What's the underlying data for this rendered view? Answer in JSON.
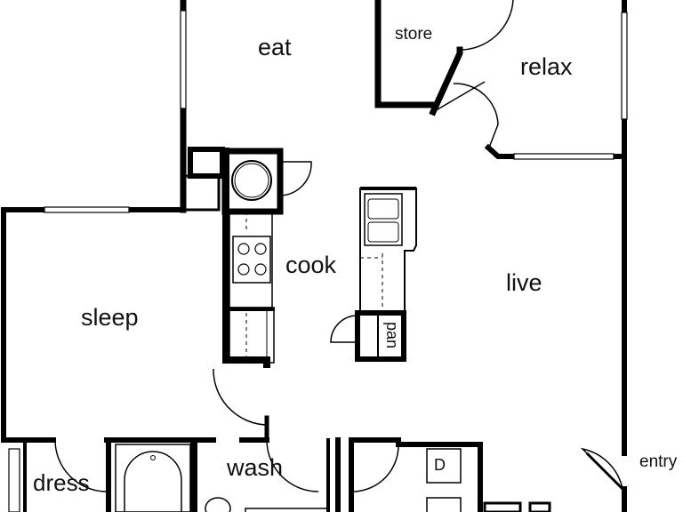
{
  "rooms": {
    "eat": "eat",
    "store": "store",
    "relax": "relax",
    "cook": "cook",
    "live": "live",
    "sleep": "sleep",
    "dress": "dress",
    "wash": "wash",
    "entry": "entry",
    "dryer": "D",
    "pantry": "pan"
  },
  "colors": {
    "wall": "#000000",
    "fixture_line": "#111111",
    "background": "#ffffff"
  }
}
